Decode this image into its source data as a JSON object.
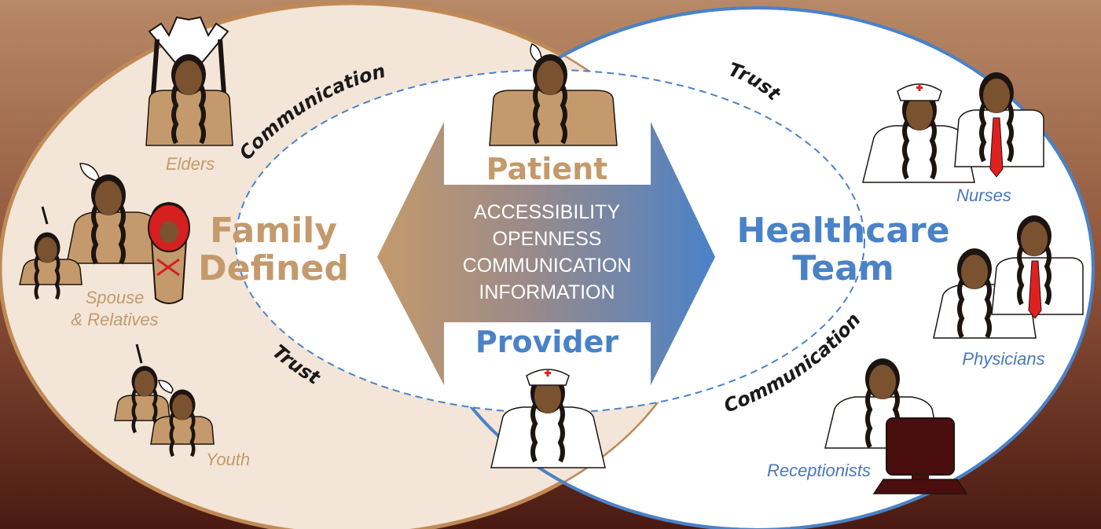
{
  "left_circle": {
    "title_line1": "Family",
    "title_line2": "Defined"
  },
  "right_circle": {
    "title_line1": "Healthcare",
    "title_line2": "Team"
  },
  "center": {
    "top_label": "Patient",
    "bottom_label": "Provider",
    "values": [
      "ACCESSIBILITY",
      "OPENNESS",
      "COMMUNICATION",
      "INFORMATION"
    ]
  },
  "arcs": {
    "top_left": "Communication",
    "top_right": "Trust",
    "bottom_left": "Trust",
    "bottom_right": "Communication"
  },
  "groups": {
    "elders": "Elders",
    "spouse_line1": "Spouse",
    "spouse_line2": "& Relatives",
    "youth": "Youth",
    "nurses": "Nurses",
    "physicians": "Physicians",
    "receptionists": "Receptionists"
  },
  "colors": {
    "family_tan": "#c49a6c",
    "healthcare_blue": "#4a82c8",
    "background_top": "#b88966",
    "background_bottom": "#4a1a12",
    "tie_red": "#e02020",
    "computer": "#4a0e0e"
  },
  "icons": [
    "headdress-icon",
    "feather-icon",
    "cradleboard-icon",
    "nurse-cap-icon",
    "necktie-icon",
    "computer-icon"
  ]
}
